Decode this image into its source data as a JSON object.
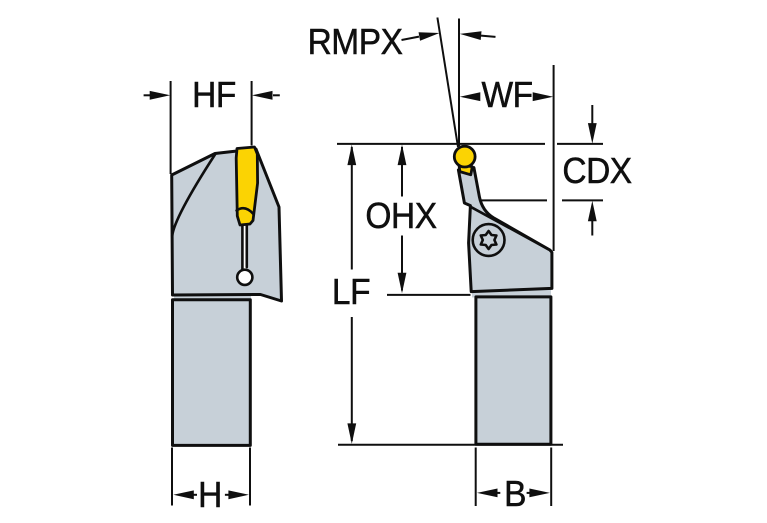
{
  "labels": {
    "hf": "HF",
    "h": "H",
    "rmpx": "RMPX",
    "wf": "WF",
    "cdx": "CDX",
    "ohx": "OHX",
    "lf": "LF",
    "b": "B"
  },
  "colors": {
    "background": "#ffffff",
    "line": "#0f0f0f",
    "tool_body": "#c7d0d8",
    "insert_yellow": "#fbd303",
    "hole_fill": "#ffffff"
  }
}
